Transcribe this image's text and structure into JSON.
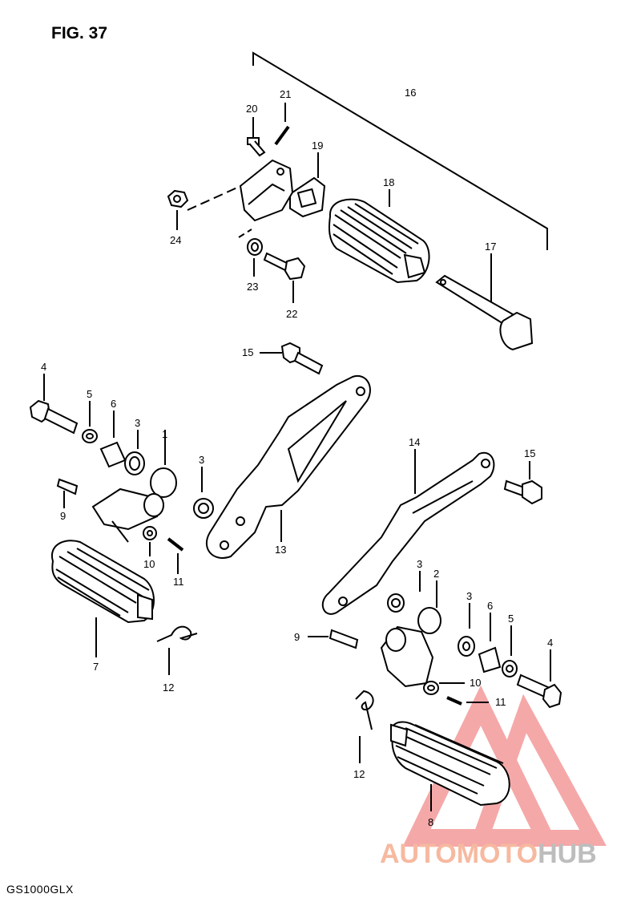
{
  "figure": {
    "title": "FIG. 37",
    "model": "GS1000GLX"
  },
  "watermark": {
    "part1": "AUTOMOTO",
    "part2": "HUB",
    "color1": "#f4a98c",
    "color2": "#9e9e9e",
    "logo_color": "#f28c8c"
  },
  "callouts": [
    {
      "id": "c1",
      "label": "1"
    },
    {
      "id": "c2",
      "label": "2"
    },
    {
      "id": "c3a",
      "label": "3"
    },
    {
      "id": "c3b",
      "label": "3"
    },
    {
      "id": "c3c",
      "label": "3"
    },
    {
      "id": "c3d",
      "label": "3"
    },
    {
      "id": "c4a",
      "label": "4"
    },
    {
      "id": "c4b",
      "label": "4"
    },
    {
      "id": "c5a",
      "label": "5"
    },
    {
      "id": "c5b",
      "label": "5"
    },
    {
      "id": "c6a",
      "label": "6"
    },
    {
      "id": "c6b",
      "label": "6"
    },
    {
      "id": "c7",
      "label": "7"
    },
    {
      "id": "c8",
      "label": "8"
    },
    {
      "id": "c9a",
      "label": "9"
    },
    {
      "id": "c9b",
      "label": "9"
    },
    {
      "id": "c10a",
      "label": "10"
    },
    {
      "id": "c10b",
      "label": "10"
    },
    {
      "id": "c11a",
      "label": "11"
    },
    {
      "id": "c11b",
      "label": "11"
    },
    {
      "id": "c12a",
      "label": "12"
    },
    {
      "id": "c12b",
      "label": "12"
    },
    {
      "id": "c13",
      "label": "13"
    },
    {
      "id": "c14",
      "label": "14"
    },
    {
      "id": "c15a",
      "label": "15"
    },
    {
      "id": "c15b",
      "label": "15"
    },
    {
      "id": "c16",
      "label": "16"
    },
    {
      "id": "c17",
      "label": "17"
    },
    {
      "id": "c18",
      "label": "18"
    },
    {
      "id": "c19",
      "label": "19"
    },
    {
      "id": "c20",
      "label": "20"
    },
    {
      "id": "c21",
      "label": "21"
    },
    {
      "id": "c22",
      "label": "22"
    },
    {
      "id": "c23",
      "label": "23"
    },
    {
      "id": "c24",
      "label": "24"
    }
  ]
}
